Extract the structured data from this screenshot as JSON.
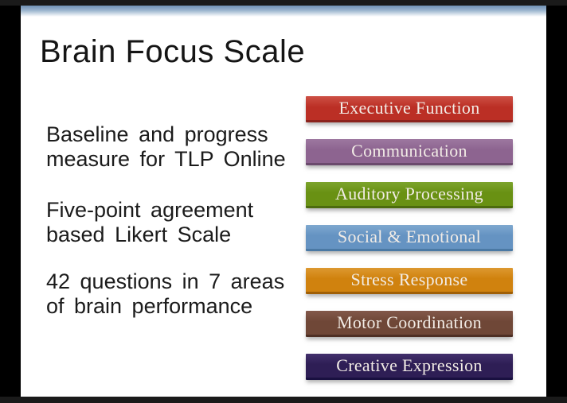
{
  "frame": {
    "outer_border_color": "#000000",
    "letterbox_bar_color": "#1a1a1a",
    "slide_background": "#ffffff",
    "top_gradient_color": "#6f90b4"
  },
  "title": "Brain Focus Scale",
  "bullets": [
    {
      "lines": [
        "Baseline and progress",
        "measure for TLP Online"
      ]
    },
    {
      "lines": [
        "Five-point agreement",
        "based Likert Scale"
      ]
    },
    {
      "lines": [
        "42 questions in 7 areas",
        "of brain performance"
      ]
    }
  ],
  "bars": {
    "text_color": "#f2ece6",
    "items": [
      {
        "label": "Executive Function",
        "color": "#bb2f25",
        "top_color": "#cd5045",
        "edge_color": "#8c231d"
      },
      {
        "label": "Communication",
        "color": "#8d6490",
        "top_color": "#9d78a0",
        "edge_color": "#6b4a6d"
      },
      {
        "label": "Auditory Processing",
        "color": "#699113",
        "top_color": "#7ca42c",
        "edge_color": "#4c6b0d"
      },
      {
        "label": "Social & Emotional",
        "color": "#6593c2",
        "top_color": "#7ea8cf",
        "edge_color": "#4b79a4"
      },
      {
        "label": "Stress Response",
        "color": "#d0820e",
        "top_color": "#dd9930",
        "edge_color": "#a05f06"
      },
      {
        "label": "Motor Coordination",
        "color": "#6f4737",
        "top_color": "#82584a",
        "edge_color": "#4e2f24"
      },
      {
        "label": "Creative Expression",
        "color": "#2e1e55",
        "top_color": "#42306c",
        "edge_color": "#191040"
      }
    ]
  }
}
